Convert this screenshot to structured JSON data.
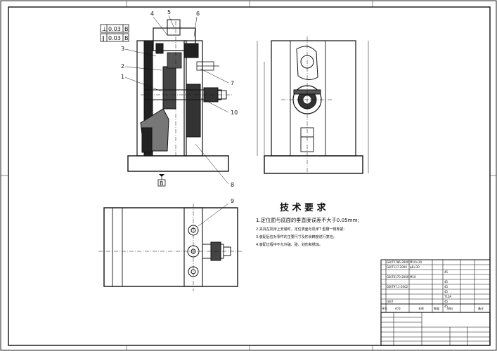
{
  "drawing": {
    "balloons": [
      "4",
      "5",
      "6",
      "3",
      "2",
      "1",
      "7",
      "10",
      "8",
      "9"
    ],
    "tolerance_frames": [
      {
        "symbol": "⊥",
        "value": "0.03",
        "datum": "B"
      },
      {
        "symbol": "∥",
        "value": "0.03",
        "datum": "B"
      }
    ],
    "datum_label": "B",
    "tech_req": {
      "title": "技 术 要 求",
      "items": [
        "1.定位面与底面的垂直度误差不大于0.05mm;",
        "2.夹具在机床上安装时，定位表面与机床T 型槽一侧靠紧;",
        "3.装配后应对零件的主要尺寸及形状精度进行复检;",
        "4.装配过程中不允许磕、碰、划伤和锈蚀。"
      ]
    },
    "bom": [
      [
        "GB/T5786-2000",
        "M10×30"
      ],
      [
        "GB/T117-2000",
        "φ8×30"
      ],
      [
        "",
        "45"
      ],
      [
        "GB/T6170-2000",
        "M10"
      ],
      [
        "",
        "45"
      ],
      [
        "GB/T97.1-2002",
        "45"
      ],
      [
        "",
        "45"
      ],
      [
        "",
        "T10A"
      ],
      [
        "GB/T",
        "45"
      ],
      [
        "",
        "45"
      ]
    ],
    "bom_header": [
      "序号",
      "代号",
      "名称",
      "数量",
      "材料",
      "备注"
    ]
  }
}
